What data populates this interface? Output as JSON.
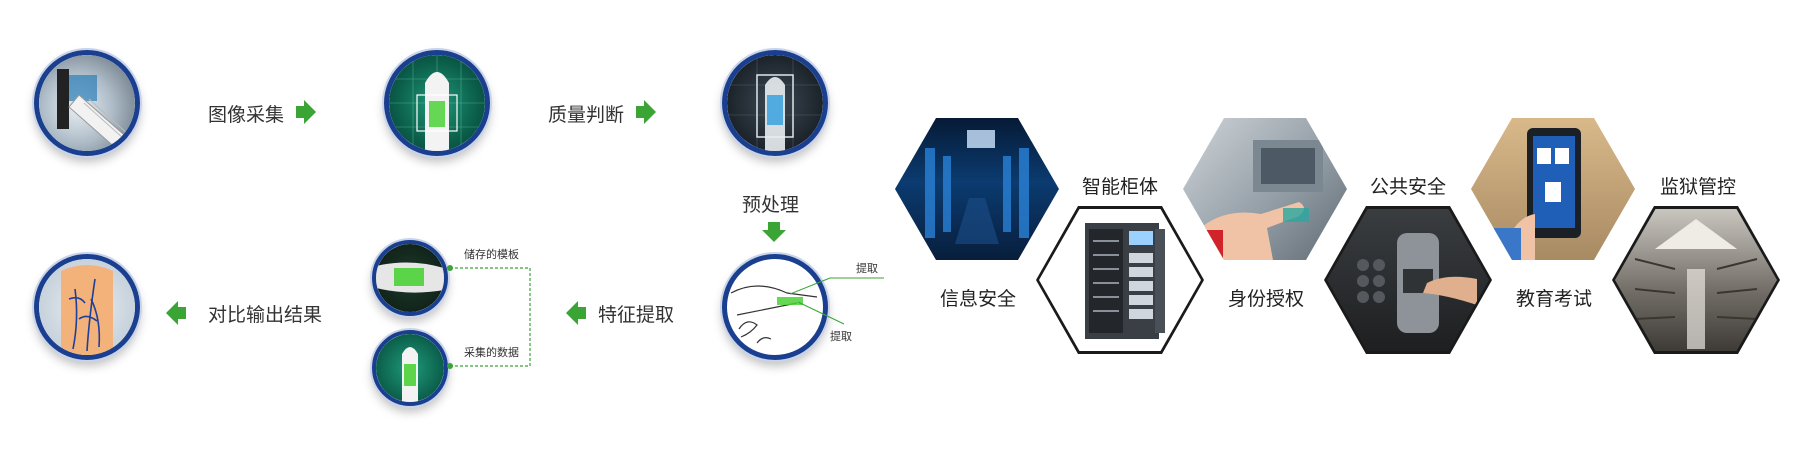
{
  "process": {
    "steps": {
      "image_capture": "图像采集",
      "quality_check": "质量判断",
      "preprocess": "预处理",
      "feature_extract": "特征提取",
      "compare_output": "对比输出结果"
    },
    "extract_labels": [
      "提取",
      "提取"
    ],
    "template_labels": {
      "stored": "储存的模板",
      "captured": "采集的数据"
    },
    "accent_color": "#3aa535",
    "ring_color": "#1b3f8f"
  },
  "applications": [
    {
      "label": "信息安全",
      "icon": "server-room-image"
    },
    {
      "label": "智能柜体",
      "icon": "smart-cabinet-image"
    },
    {
      "label": "身份授权",
      "icon": "atm-finger-image"
    },
    {
      "label": "公共安全",
      "icon": "finger-scanner-image"
    },
    {
      "label": "教育考试",
      "icon": "exam-terminal-image"
    },
    {
      "label": "监狱管控",
      "icon": "prison-corridor-image"
    }
  ]
}
